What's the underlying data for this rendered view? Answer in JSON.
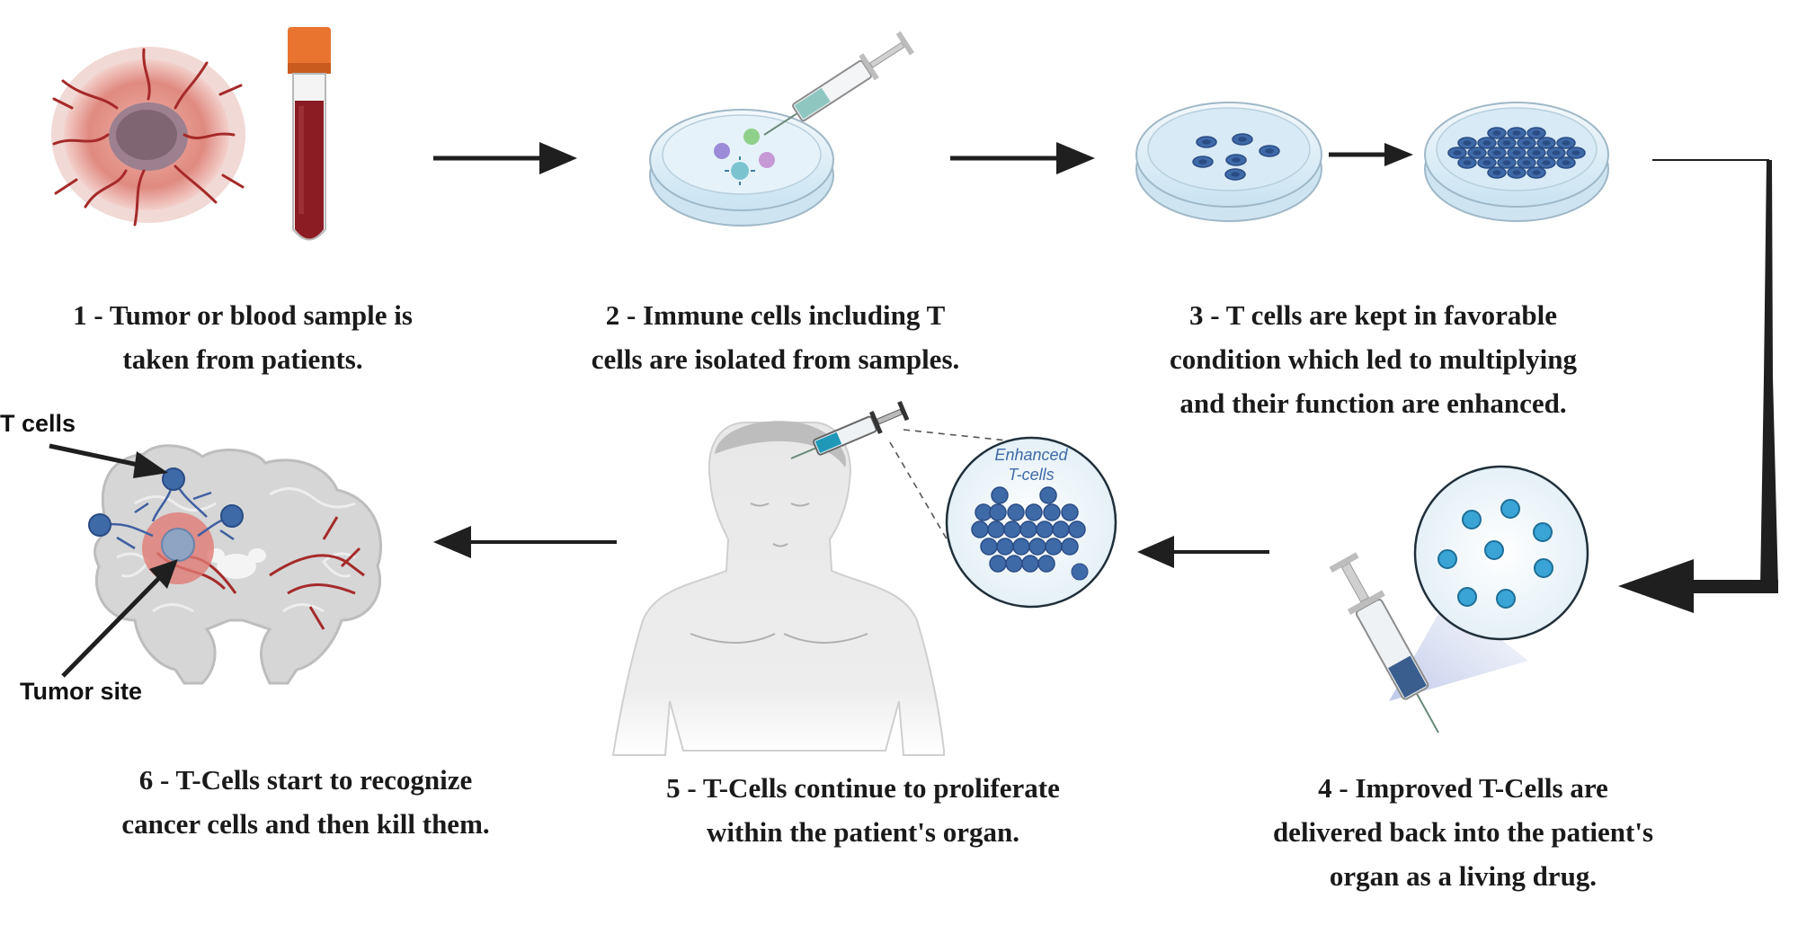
{
  "steps": [
    {
      "number": "1",
      "lines": [
        "1 - Tumor or blood sample is",
        "taken from patients."
      ]
    },
    {
      "number": "2",
      "lines": [
        "2 - Immune cells including T",
        "cells are isolated from samples."
      ]
    },
    {
      "number": "3",
      "lines": [
        "3 -  T cells are kept in favorable",
        "condition which led to multiplying",
        "and their function are enhanced."
      ]
    },
    {
      "number": "4",
      "lines": [
        "4 -  Improved T-Cells are",
        "delivered back into the patient's",
        "organ as a living drug."
      ]
    },
    {
      "number": "5",
      "lines": [
        "5 - T-Cells continue to proliferate",
        "within the patient's organ."
      ]
    },
    {
      "number": "6",
      "lines": [
        "6 - T-Cells start to recognize",
        "cancer cells and then kill them."
      ]
    }
  ],
  "labels": {
    "t_cells": "T cells",
    "tumor_site": "Tumor site",
    "enhanced_line1": "Enhanced",
    "enhanced_line2": "T-cells"
  },
  "colors": {
    "arrow": "#1f1f1f",
    "tumor": "#e0857f",
    "tumor_core": "#8a6a78",
    "vessel": "#a52a2a",
    "blood": "#8b1c24",
    "tube_cap": "#e8742f",
    "dish": "#dcedf7",
    "t_cell": "#3f6aa8",
    "t_cell_light": "#3ba4d6",
    "brain": "#d9d9d9",
    "body": "#e6e6e6"
  }
}
